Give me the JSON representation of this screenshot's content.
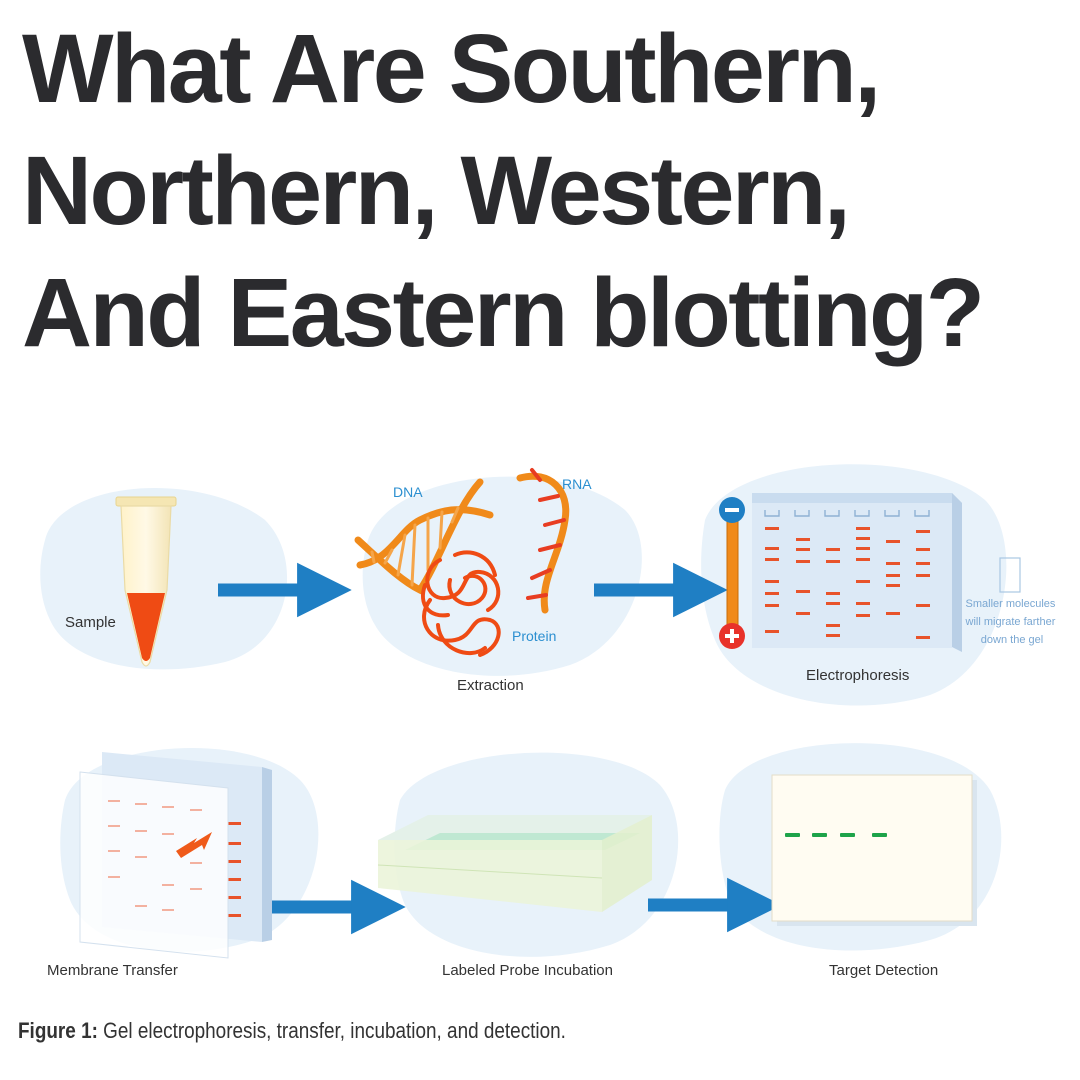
{
  "headline": {
    "lines": [
      "What Are Southern,",
      "Northern, Western,",
      "And Eastern blotting?"
    ]
  },
  "diagram": {
    "steps": [
      {
        "label": "Sample"
      },
      {
        "label": "Extraction"
      },
      {
        "label": "Electrophoresis"
      },
      {
        "label": "Membrane Transfer"
      },
      {
        "label": "Labeled Probe Incubation"
      },
      {
        "label": "Target Detection"
      }
    ],
    "molecules": {
      "dna": "DNA",
      "rna": "RNA",
      "protein": "Protein"
    },
    "electrophoresis_note": [
      "Smaller molecules",
      "will migrate farther",
      "down the gel"
    ],
    "colors": {
      "arrow": "#1f7fc4",
      "band": "#e8532a",
      "blob": "#e8f2fa",
      "gel": "#dce9f6",
      "detection_band": "#1ea34a",
      "label_blue": "#2b8fd0"
    }
  },
  "caption": {
    "prefix": "Figure 1:",
    "text": " Gel electrophoresis, transfer, incubation, and detection."
  }
}
